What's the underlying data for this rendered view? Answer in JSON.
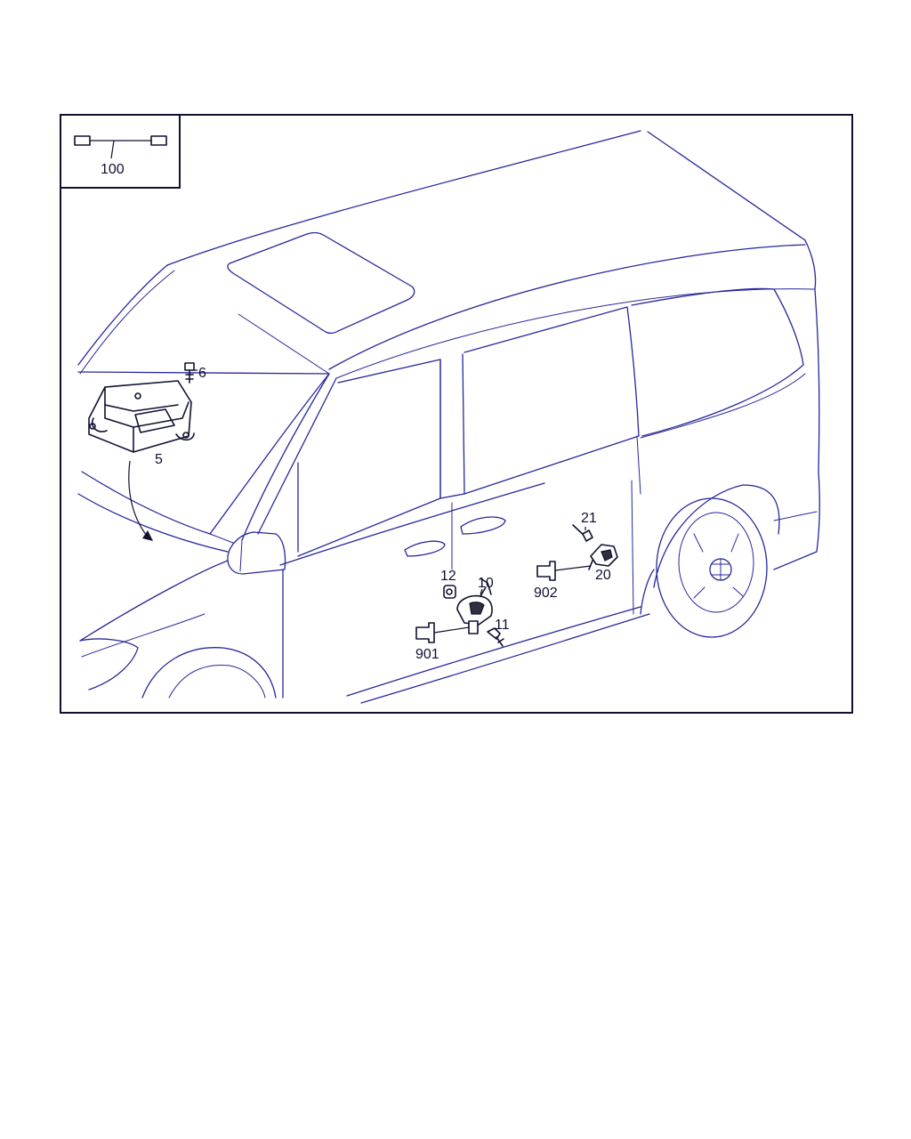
{
  "legend": {
    "label": "100"
  },
  "callouts": {
    "c5": "5",
    "c6": "6",
    "c10": "10",
    "c11": "11",
    "c12": "12",
    "c20": "20",
    "c21": "21",
    "c901": "901",
    "c902": "902"
  },
  "colors": {
    "line": "#27279b",
    "ink": "#101030",
    "background": "#ffffff"
  }
}
